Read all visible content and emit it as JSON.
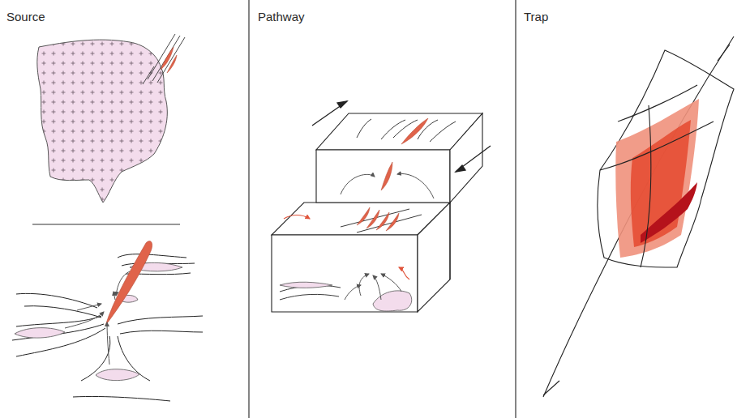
{
  "diagram": {
    "labels": [
      "Source",
      "Pathway",
      "Trap"
    ]
  }
}
